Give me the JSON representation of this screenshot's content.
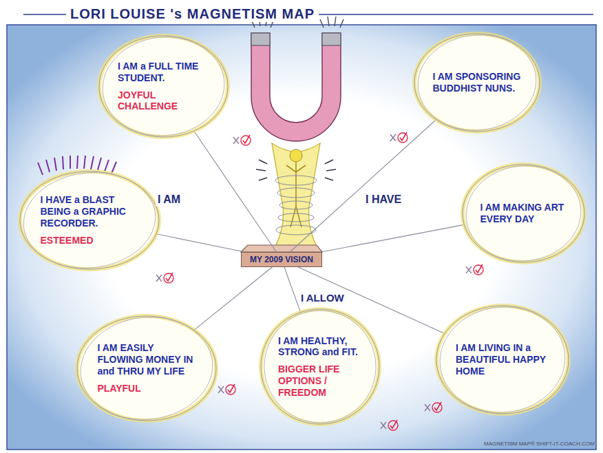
{
  "diagram": {
    "title": "LORI LOUISE 's MAGNETISM MAP",
    "nodes": [
      {
        "text": [
          "I AM a FULL TIME STUDENT.",
          "JOYFUL CHALLENGE"
        ]
      },
      {
        "text": [
          "I AM SPONSORING BUDDHIST NUNS."
        ]
      },
      {
        "text": [
          "I HAVE a BLAST BEING a GRAPHIC RECORDER.",
          "ESTEEMED"
        ]
      },
      {
        "text": [
          "MY 2009 VISION"
        ]
      },
      {
        "text": [
          "I AM MAKING ART EVERY DAY"
        ]
      },
      {
        "text": [
          "I AM EASILY FLOWING MONEY IN and THRU MY LIFE",
          "PLAYFUL"
        ]
      },
      {
        "text": [
          "I AM HEALTHY, STRONG and FIT.",
          "BIGGER LIFE OPTIONS / FREEDOM"
        ]
      },
      {
        "text": [
          "I AM LIVING IN a BEAUTIFUL HAPPY HOME"
        ]
      }
    ],
    "edges": [
      {
        "from": 3,
        "to": 0,
        "arrow": "none"
      },
      {
        "from": 3,
        "to": 1,
        "arrow": "none"
      },
      {
        "from": 3,
        "to": 2,
        "arrow": "none"
      },
      {
        "from": 3,
        "to": 4,
        "arrow": "none"
      },
      {
        "from": 3,
        "to": 5,
        "arrow": "none"
      },
      {
        "from": 3,
        "to": 6,
        "arrow": "none"
      },
      {
        "from": 3,
        "to": 7,
        "arrow": "none"
      }
    ],
    "labels": [
      "I AM",
      "I HAVE",
      "I ALLOW",
      "MAGNETISM MAP® SHIFT-IT-COACH.COM"
    ]
  }
}
